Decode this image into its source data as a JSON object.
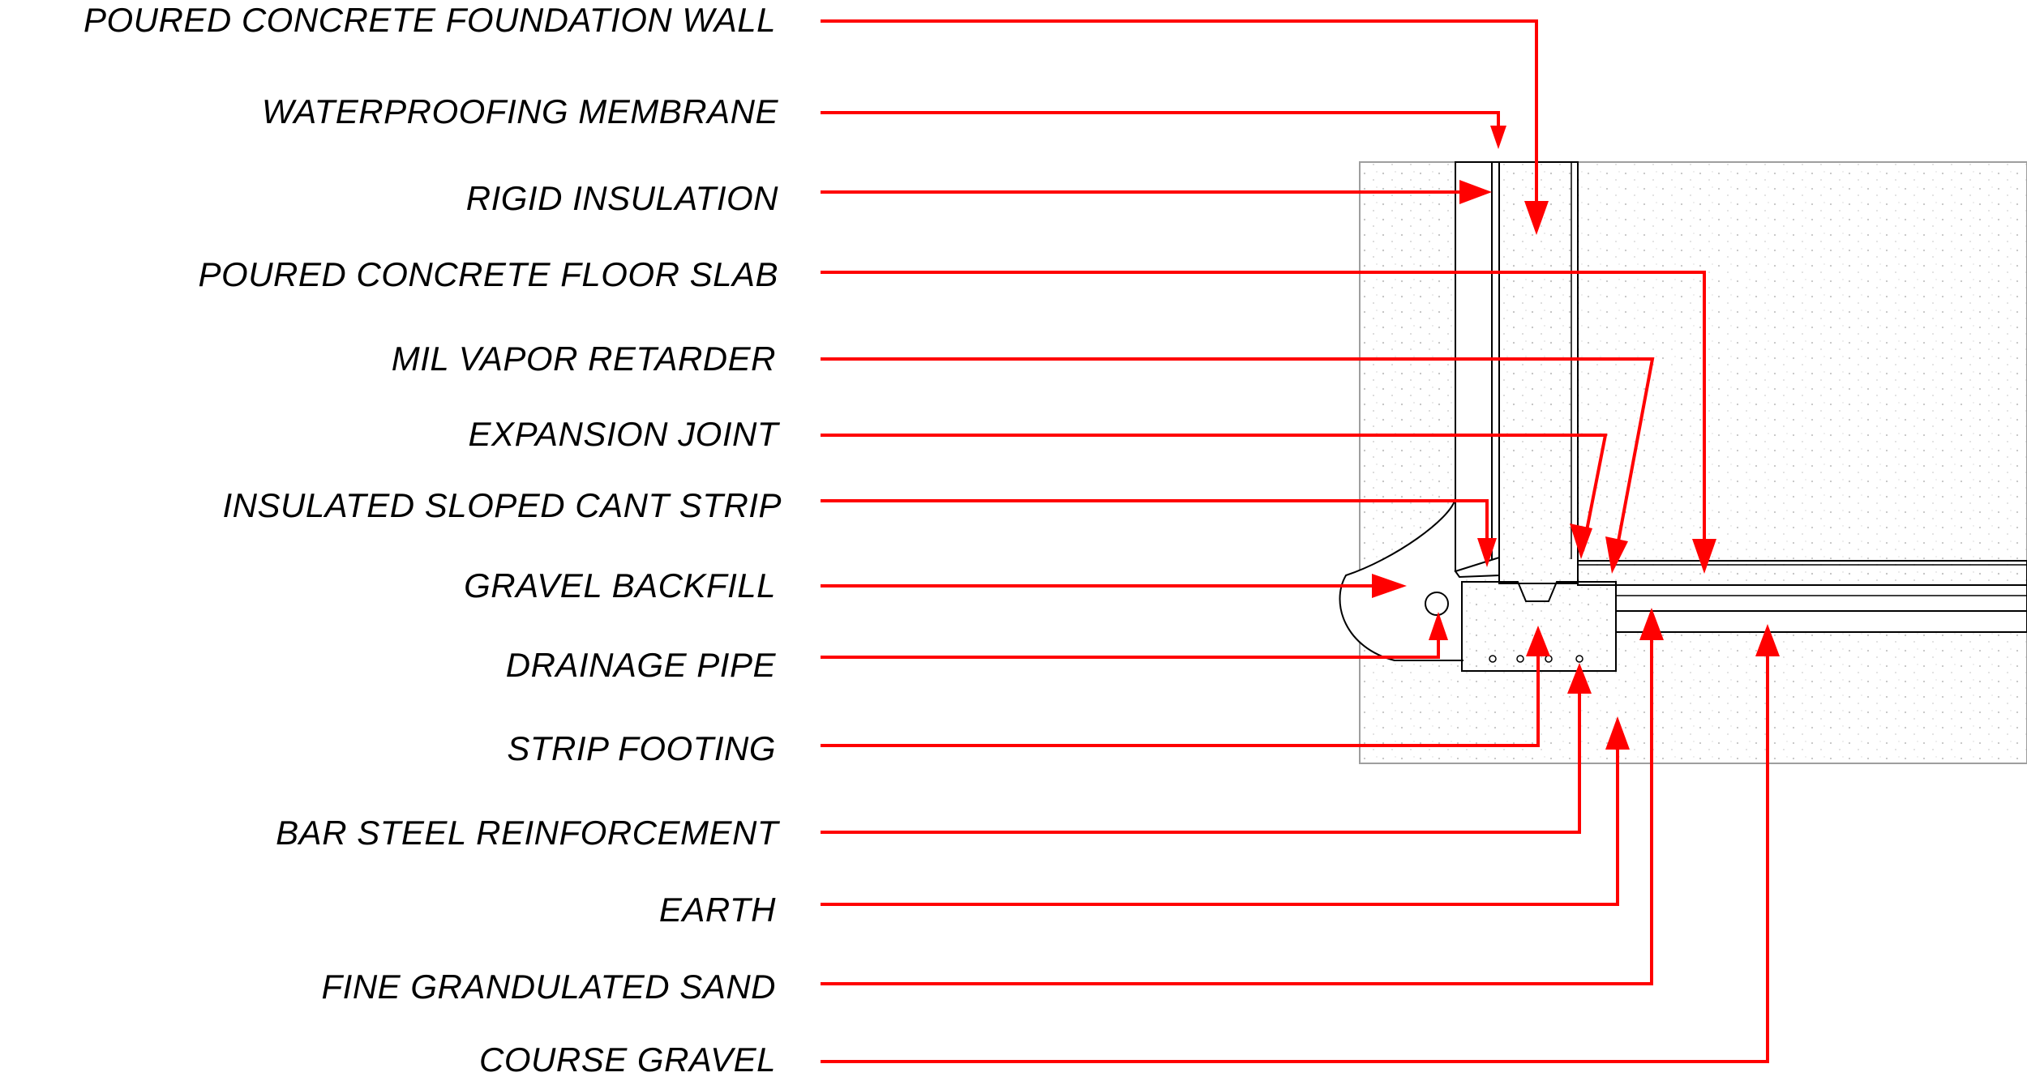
{
  "colors": {
    "leader": "#ff0000",
    "outline": "#000000",
    "background": "#ffffff",
    "hatch": "#bdbdbd",
    "earth_box": "#9e9e9e"
  },
  "labels": [
    {
      "id": "poured-concrete-foundation-wall",
      "text": "POURED CONCRETE FOUNDATION WALL"
    },
    {
      "id": "waterproofing-membrane",
      "text": "WATERPROOFING MEMBRANE"
    },
    {
      "id": "rigid-insulation",
      "text": "RIGID INSULATION"
    },
    {
      "id": "poured-concrete-floor-slab",
      "text": "POURED CONCRETE FLOOR SLAB"
    },
    {
      "id": "mil-vapor-retarder",
      "text": "MIL VAPOR RETARDER"
    },
    {
      "id": "expansion-joint",
      "text": "EXPANSION JOINT"
    },
    {
      "id": "insulated-sloped-cant-strip",
      "text": "INSULATED SLOPED CANT STRIP"
    },
    {
      "id": "gravel-backfill",
      "text": "GRAVEL BACKFILL"
    },
    {
      "id": "drainage-pipe",
      "text": "DRAINAGE PIPE"
    },
    {
      "id": "strip-footing",
      "text": "STRIP FOOTING"
    },
    {
      "id": "bar-steel-reinforcement",
      "text": "BAR STEEL REINFORCEMENT"
    },
    {
      "id": "earth",
      "text": "EARTH"
    },
    {
      "id": "fine-grandulated-sand",
      "text": "FINE GRANDULATED SAND"
    },
    {
      "id": "course-gravel",
      "text": "COURSE GRAVEL"
    }
  ]
}
